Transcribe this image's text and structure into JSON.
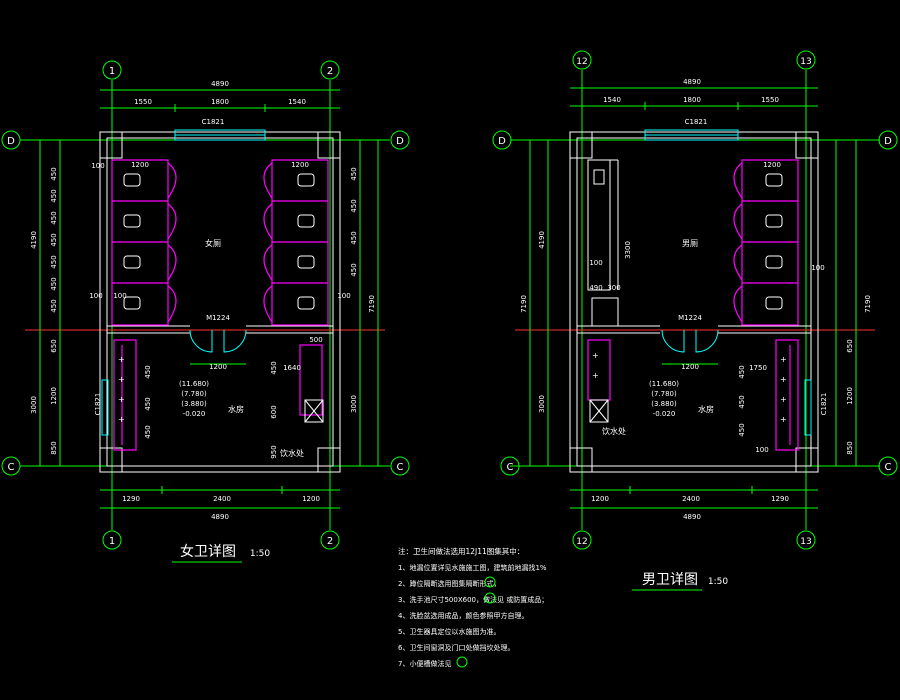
{
  "colors": {
    "background": "#000000",
    "dim": "#00ff00",
    "wall": "#ffffff",
    "fixture": "#ff00ff",
    "window": "#00ffff",
    "axis": "#ff3030",
    "note": "#ffff00"
  },
  "left_plan": {
    "title": "女卫详图",
    "scale": "1:50",
    "axis_top": [
      "1",
      "2"
    ],
    "axis_side": [
      "D",
      "C"
    ],
    "overall_width": "4890",
    "top_dims": [
      "1550",
      "1800",
      "1540"
    ],
    "window_top": "C1821",
    "room_upper": "女厕",
    "room_lower": "水房",
    "door": "M1224",
    "door_dim": "1200",
    "stall_w": "1200",
    "left_vert_total": "4190",
    "right_vert_total": "7190",
    "lower_vert": "3000",
    "stall_dims": [
      "450",
      "450",
      "450",
      "450",
      "450",
      "450",
      "450",
      "450"
    ],
    "small_dims": [
      "100",
      "100",
      "100",
      "100"
    ],
    "lower_dims": [
      "650",
      "1200",
      "850"
    ],
    "window_side": "C1821",
    "elev": [
      "(11.680)",
      "(7.780)",
      "(3.880)",
      "-0.020"
    ],
    "sink_dims": [
      "450",
      "450",
      "450"
    ],
    "water_label": "饮水处",
    "right_dims": [
      "500",
      "1640",
      "950",
      "600",
      "450"
    ],
    "bottom_dims": [
      "1290",
      "2400",
      "1200"
    ],
    "bottom_total": "4890"
  },
  "right_plan": {
    "title": "男卫详图",
    "scale": "1:50",
    "axis_top": [
      "12",
      "13"
    ],
    "axis_side": [
      "D",
      "C"
    ],
    "overall_width": "4890",
    "top_dims": [
      "1540",
      "1800",
      "1550"
    ],
    "window_top": "C1821",
    "room_upper": "男厕",
    "room_lower": "水房",
    "door": "M1224",
    "door_dim": "1200",
    "stall_w": "1200",
    "left_vert_total": "4190",
    "right_vert_total": "7190",
    "lower_vert": "3000",
    "urinal_dims": [
      "3300",
      "490",
      "300",
      "100",
      "100"
    ],
    "lower_dims": [
      "650",
      "1200",
      "850"
    ],
    "window_side": "C1821",
    "elev": [
      "(11.680)",
      "(7.780)",
      "(3.880)",
      "-0.020"
    ],
    "sink_dims": [
      "450",
      "450",
      "450"
    ],
    "water_label": "饮水处",
    "right_dims": [
      "1750",
      "100"
    ],
    "bottom_dims": [
      "1200",
      "2400",
      "1290"
    ],
    "bottom_total": "4890"
  },
  "notes": {
    "heading": "注：卫生间做法选用12J11图集其中：",
    "items": [
      "1、地漏位置详见水施施工图，建筑前地漏找1%",
      "2、蹲位隔断选用图集隔断形式，",
      "3、洗手池尺寸500X600，做法见    或防置成品；",
      "4、洗脸盆选用成品，颜色参照甲方自理。",
      "5、卫生器具定位以水施图为准。",
      "6、卫生间窗洞及门口处做挡坎处理。",
      "7、小便槽做法见"
    ]
  }
}
